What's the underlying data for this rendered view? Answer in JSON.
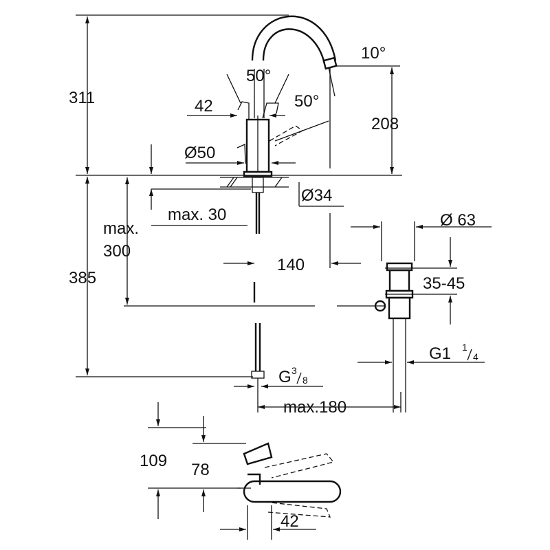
{
  "drawing": {
    "dims": {
      "total_height": "311",
      "below_counter": "385",
      "max_label": "max.",
      "max_hose": "300",
      "spout_height": "208",
      "spout_angle": "10°",
      "lever_angle_left": "50°",
      "lever_angle_right": "50°",
      "lever_offset": "42",
      "body_diameter": "Ø50",
      "hole_diameter": "Ø34",
      "counter_thickness": "max. 30",
      "spout_reach": "140",
      "waste_diameter": "Ø 63",
      "waste_range": "35-45",
      "waste_thread": {
        "base": "G1",
        "num": "1",
        "den": "4"
      },
      "hose_thread": {
        "base": "G",
        "num": "3",
        "den": "8"
      },
      "max_offset": "max.180",
      "top_view_depth": "109",
      "top_view_lever": "78",
      "top_view_width": "42"
    },
    "colors": {
      "line": "#111111",
      "background": "#ffffff"
    }
  }
}
